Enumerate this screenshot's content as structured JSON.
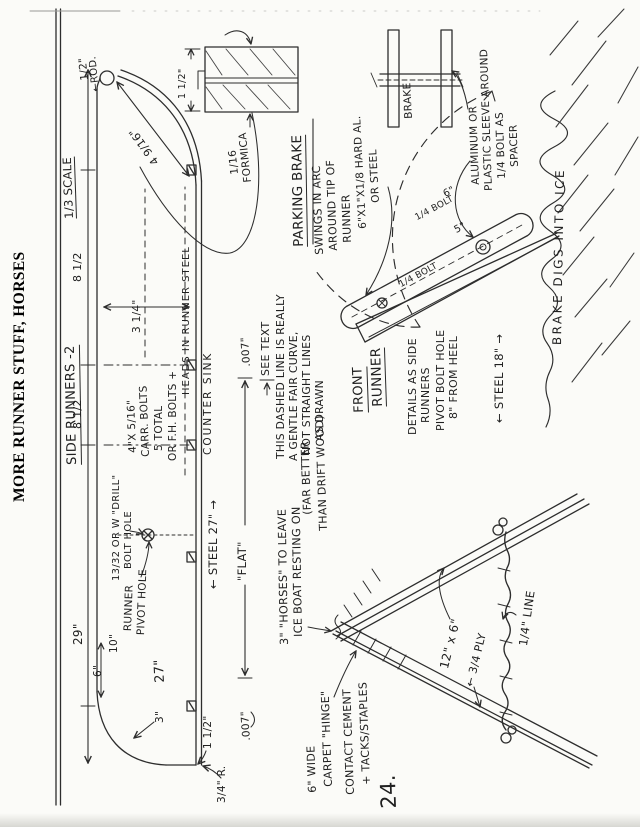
{
  "page": {
    "title": "MORE RUNNER STUFF, HORSES",
    "page_number": "24.",
    "scale_note": "1/3 SCALE"
  },
  "side_runner": {
    "heading": "SIDE RUNNERS -2",
    "dims": {
      "overall": "29\"",
      "six": "6\"",
      "ten": "10\"",
      "spacing1": "8 1/2",
      "spacing2": "8 1/2",
      "tip_diag": "4 9/16\"",
      "depth": "3 1/4\"",
      "wood": "27\"",
      "steel_len": "← STEEL 27\" →",
      "flat": "\"FLAT\"",
      "tol_left": ".007\"",
      "tol_right": ".007\"",
      "heel_three": "3\"",
      "heel_height": "1 1/2\"",
      "heel_radius": "3/4\" R.",
      "rod_size": "1/2\"",
      "rod_label": "←ROD."
    },
    "notes": {
      "heads": "HEADS IN RUNNER STEEL",
      "bolts_l1": "4\"X 5/16\"",
      "bolts_l2": "CARR. BOLTS",
      "bolts_l3": "5 TOTAL",
      "bolts_l4": "OR F.H. BOLTS +",
      "countersink": "COUNTER SINK",
      "pivot_l1": "13/32 OR W \"DRILL\"",
      "pivot_l2": "BOLT HOLE",
      "runner_l1": "RUNNER",
      "runner_l2": "PIVOT HOLE",
      "see_text": "SEE TEXT",
      "dashed_l1": "THIS DASHED LINE IS REALLY",
      "dashed_l2": "A GENTLE FAIR CURVE,",
      "dashed_l3": "NOT STRAIGHT LINES",
      "dashed_l4": "AS DRAWN",
      "horses_l1": "3\" \"HORSES\" TO LEAVE",
      "horses_l2": "ICE BOAT RESTING ON",
      "horses_l3": "(FAR BETTER",
      "horses_l4": "THAN DRIFT WOOD)"
    }
  },
  "formica": {
    "dim": "1 1/2\"",
    "l1": "1/16",
    "l2": "FORMICA"
  },
  "brake": {
    "heading": "PARKING BRAKE",
    "swing_l1": "SWINGS IN ARC",
    "swing_l2": "AROUND TIP OF",
    "swing_l3": "RUNNER",
    "bar_l1": "6\"X1\"X1/8 HARD AL.",
    "bar_l2": "OR STEEL",
    "bolt_a": "1/4 BOLT",
    "bolt_b": "1/4 BOLT",
    "dim6": "6\"",
    "dim5": "5\"",
    "detail_label": "BRAKE",
    "sleeve_l1": "ALUMINUM OR",
    "sleeve_l2": "PLASTIC SLEEVE AROUND",
    "sleeve_l3": "1/4 BOLT AS",
    "sleeve_l4": "SPACER",
    "ice_note": "BRAKE DIGS INTO ICE"
  },
  "front_runner": {
    "heading_l1": "FRONT",
    "heading_l2": "RUNNER",
    "note_l1": "DETAILS AS SIDE",
    "note_l2": "RUNNERS",
    "note_l3": "PIVOT BOLT HOLE",
    "note_l4": "8\" FROM HEEL",
    "steel_len": "← STEEL 18\" →"
  },
  "horses": {
    "board": "12\" x 6\"",
    "ply": "← 3/4 PLY",
    "rope": "1/4\" LINE",
    "hinge_l1": "6\" WIDE",
    "hinge_l2": "CARPET \"HINGE\"",
    "hinge_l3": "CONTACT CEMENT",
    "hinge_l4": "+ TACKS/STAPLES"
  }
}
